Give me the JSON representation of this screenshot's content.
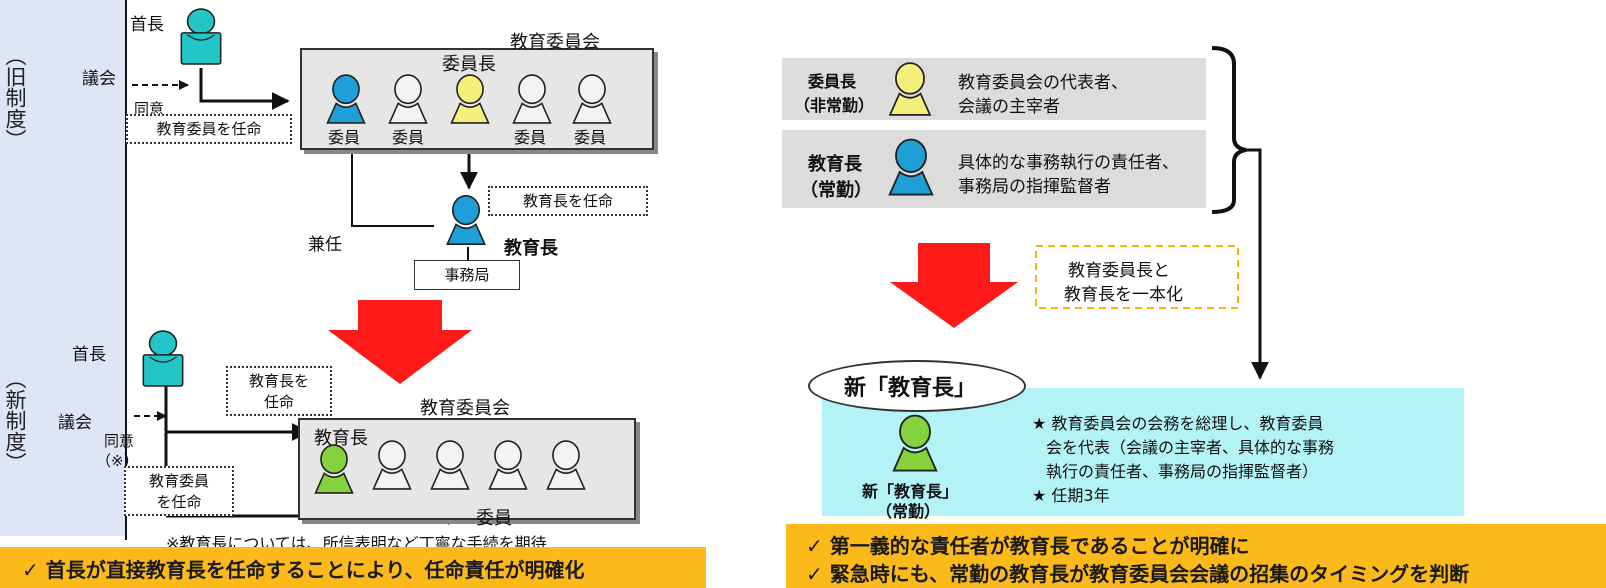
{
  "colors": {
    "side_band": "#dde6f4",
    "member_blue": "#1f9fd8",
    "member_white": "#f3f3f3",
    "member_yellow": "#f3ef7a",
    "member_green": "#84d23c",
    "head_teal": "#22c6c6",
    "arrow_red": "#ff1a1a",
    "new_panel": "#b3f2f5",
    "footer": "#fcb91a",
    "dashed_gold": "#f2b705"
  },
  "left": {
    "old_label": "（旧制度）",
    "new_label": "（新制度）",
    "old": {
      "mayor": "首長",
      "assembly": "議会",
      "consent": "同意",
      "appoint_members": "教育委員を任命",
      "board": "教育委員会",
      "chair": "委員長",
      "members": [
        "委員",
        "委員",
        "委員",
        "委員"
      ],
      "appoint_superintendent": "教育長を任命",
      "concurrent": "兼任",
      "superintendent": "教育長",
      "secretariat": "事務局"
    },
    "new": {
      "mayor": "首長",
      "assembly": "議会",
      "consent_line1": "同意",
      "consent_line2": "（※）",
      "appoint_sup_line1": "教育長を",
      "appoint_sup_line2": "任命",
      "appoint_mem_line1": "教育委員",
      "appoint_mem_line2": "を任命",
      "board": "教育委員会",
      "superintendent": "教育長",
      "member": "委員",
      "note": "※教育長については、所信表明など丁寧な手続を期待"
    },
    "footer": "✓ 首長が直接教育長を任命することにより、任命責任が明確化"
  },
  "right": {
    "chair_title": "委員長",
    "chair_type": "（非常勤）",
    "chair_desc_1": "教育委員会の代表者、",
    "chair_desc_2": "会議の主宰者",
    "sup_title": "教育長",
    "sup_type": "（常勤）",
    "sup_desc_1": "具体的な事務執行の責任者、",
    "sup_desc_2": "事務局の指揮監督者",
    "unify_1": "教育委員長と",
    "unify_2": "教育長を一本化",
    "new_title": "新「教育長」",
    "new_person_1": "新「教育長」",
    "new_person_2": "（常勤）",
    "bullet_1a": "★ 教育委員会の会務を総理し、教育委員",
    "bullet_1b": "会を代表（会議の主宰者、具体的な事務",
    "bullet_1c": "執行の責任者、事務局の指揮監督者）",
    "bullet_2": "★ 任期3年",
    "footer_1": "✓ 第一義的な責任者が教育長であることが明確に",
    "footer_2": "✓ 緊急時にも、常勤の教育長が教育委員会会議の招集のタイミングを判断"
  }
}
